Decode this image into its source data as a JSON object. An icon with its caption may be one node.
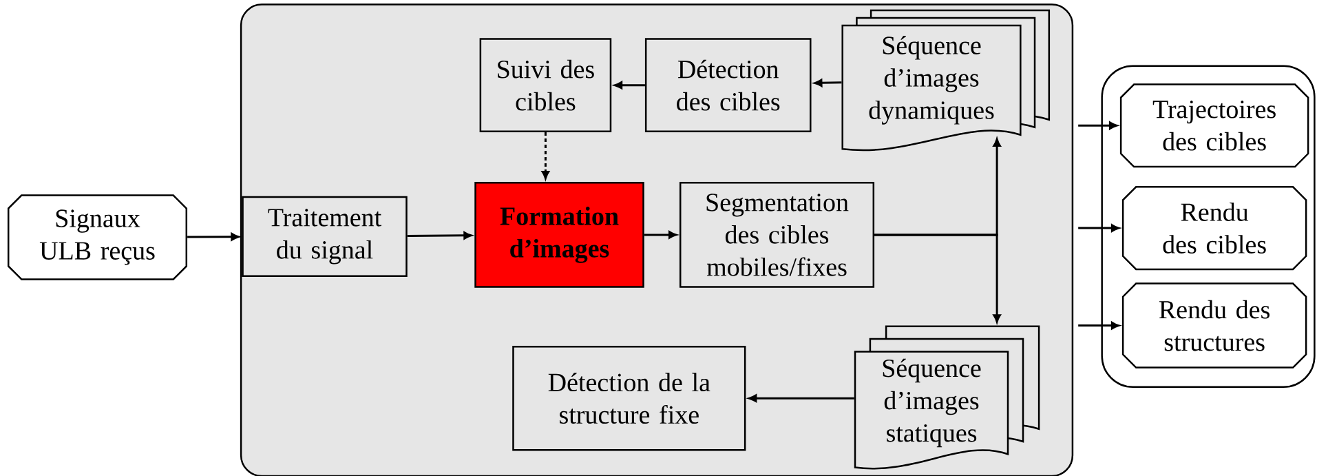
{
  "diagram": {
    "nodes": [
      {
        "text": [
          "Signaux ULB reçus"
        ]
      },
      {
        "text": [],
        "shape": "box"
      },
      {
        "text": [
          "Suivi des cibles"
        ],
        "in": 1
      },
      {
        "text": [
          "Détection des cibles"
        ],
        "in": 1
      },
      {
        "text": [
          "Séquence d’images dynamiques"
        ],
        "in": 1
      },
      {
        "text": [
          "Traitement du signal"
        ],
        "in": 1
      },
      {
        "text": [
          "Formation d’images"
        ],
        "in": 1
      },
      {
        "text": [
          "Segmentation des cibles mobiles/fixes"
        ],
        "in": 1
      },
      {
        "text": [
          "Détection de la structure fixe"
        ],
        "in": 1
      },
      {
        "text": [
          "Séquence d’images statiques"
        ],
        "in": 1
      },
      {
        "text": [],
        "shape": "box"
      },
      {
        "text": [
          "Trajectoires des cibles"
        ],
        "in": 10
      },
      {
        "text": [
          "Rendu des cibles"
        ],
        "in": 10
      },
      {
        "text": [
          "Rendu des structures"
        ],
        "in": 10
      }
    ],
    "edges": [
      {
        "from": 0,
        "to": 5,
        "arrow": "to"
      },
      {
        "from": 5,
        "to": 6,
        "arrow": "to"
      },
      {
        "from": 6,
        "to": 7,
        "arrow": "to"
      },
      {
        "from": 4,
        "to": 3,
        "arrow": "to"
      },
      {
        "from": 3,
        "to": 2,
        "arrow": "to"
      },
      {
        "from": 2,
        "to": 6,
        "arrow": "to",
        "style": "dashed"
      },
      {
        "from": 7,
        "to": 4,
        "arrow": "to"
      },
      {
        "from": 7,
        "to": 9,
        "arrow": "to"
      },
      {
        "from": 9,
        "to": 8,
        "arrow": "to"
      },
      {
        "from": 1,
        "to": 11,
        "arrow": "to"
      },
      {
        "from": 1,
        "to": 12,
        "arrow": "to"
      },
      {
        "from": 1,
        "to": 13,
        "arrow": "to"
      }
    ]
  }
}
